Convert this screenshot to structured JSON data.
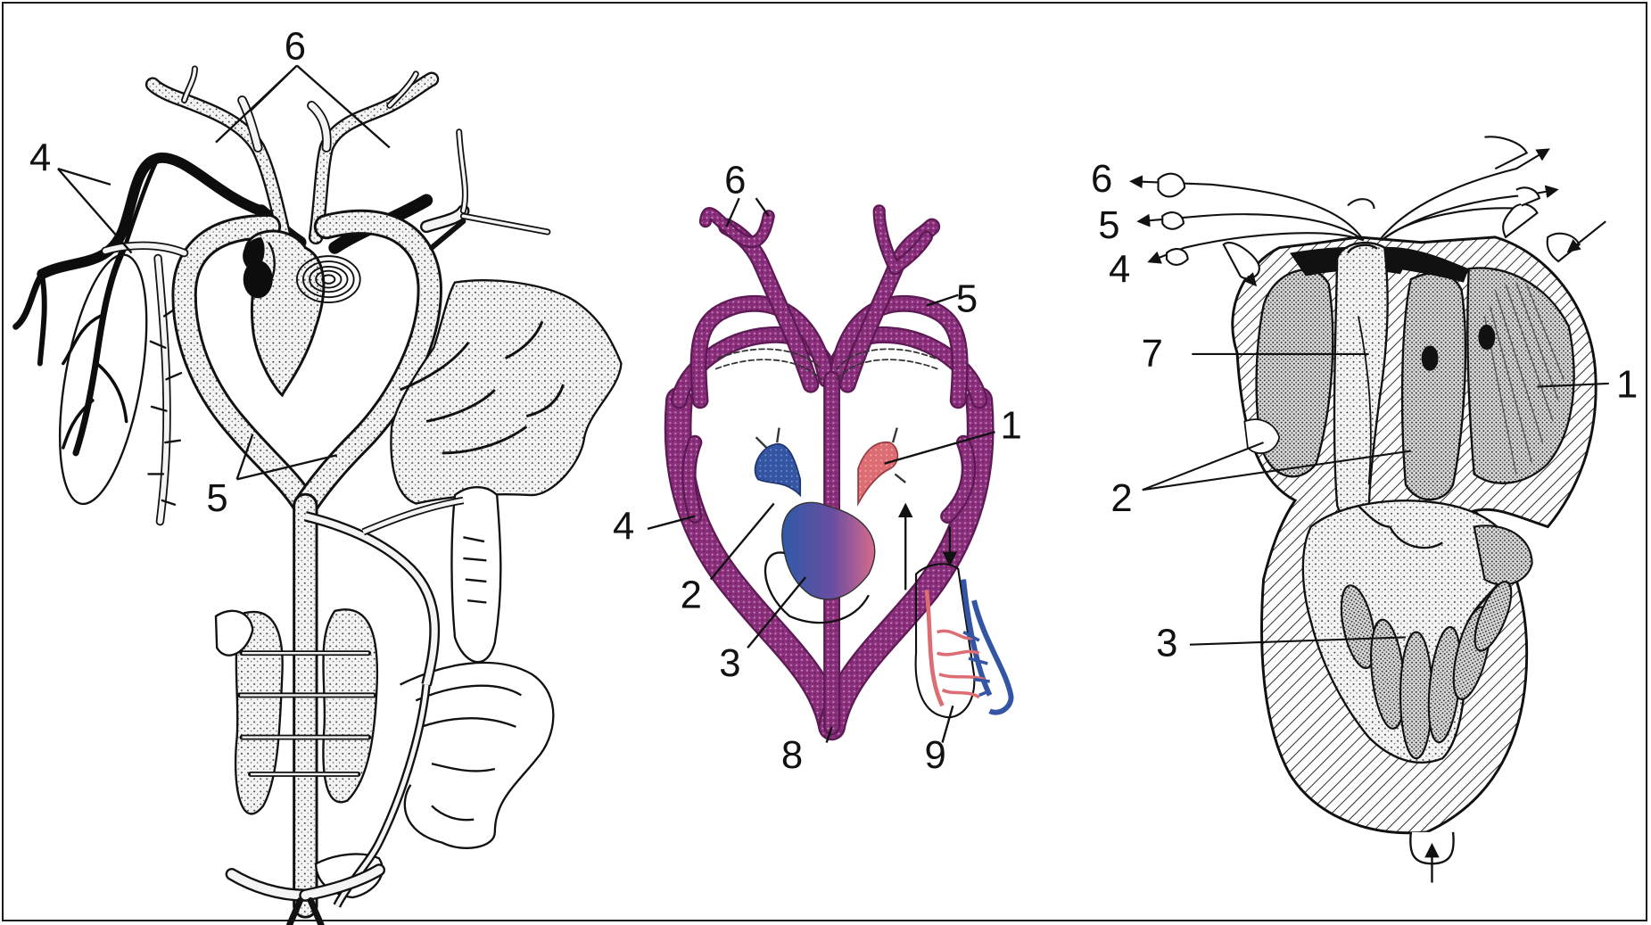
{
  "figure": {
    "colors": {
      "outline": "#111111",
      "vessel_fill": "#f4f4f4",
      "vessel_dark": "#0d0d0d",
      "arch_purple": "#8b2f7c",
      "arch_purple_dark": "#5e1a55",
      "venous_blue": "#3355a3",
      "arterial_red": "#dc6d73",
      "heart_gradient_start": "#2f5aa8",
      "heart_gradient_end": "#d96a8c"
    },
    "panel_left": {
      "labels": {
        "l6": "6",
        "l4": "4",
        "l5": "5"
      }
    },
    "panel_middle": {
      "labels": {
        "l6": "6",
        "l5": "5",
        "l1": "1",
        "l4": "4",
        "l2": "2",
        "l3": "3",
        "l8": "8",
        "l9": "9"
      }
    },
    "panel_right": {
      "labels": {
        "l6": "6",
        "l5": "5",
        "l4": "4",
        "l7": "7",
        "l1": "1",
        "l2": "2",
        "l3": "3"
      }
    }
  }
}
